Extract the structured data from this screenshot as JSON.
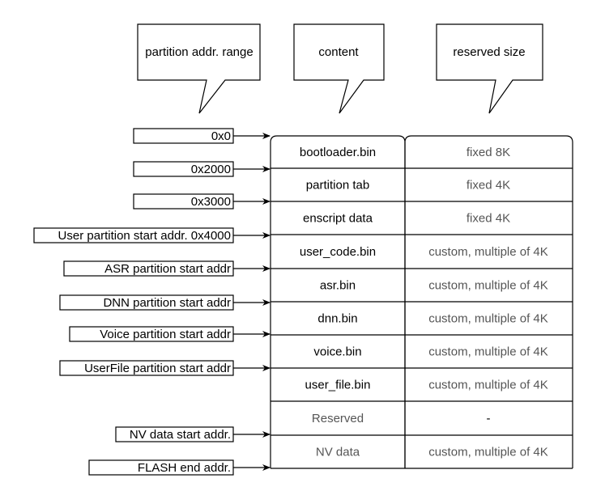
{
  "callouts": [
    {
      "id": "range",
      "label": "partition addr. range"
    },
    {
      "id": "content",
      "label": "content"
    },
    {
      "id": "size",
      "label": "reserved size"
    }
  ],
  "rows": [
    {
      "content": "bootloader.bin",
      "size": "fixed 8K",
      "content_color": "#000000",
      "size_color": "#555555"
    },
    {
      "content": "partition tab",
      "size": "fixed 4K",
      "content_color": "#000000",
      "size_color": "#555555"
    },
    {
      "content": "enscript data",
      "size": "fixed 4K",
      "content_color": "#000000",
      "size_color": "#555555"
    },
    {
      "content": "user_code.bin",
      "size": "custom, multiple of 4K",
      "content_color": "#000000",
      "size_color": "#555555"
    },
    {
      "content": "asr.bin",
      "size": "custom, multiple of 4K",
      "content_color": "#000000",
      "size_color": "#555555"
    },
    {
      "content": "dnn.bin",
      "size": "custom, multiple of 4K",
      "content_color": "#000000",
      "size_color": "#555555"
    },
    {
      "content": "voice.bin",
      "size": "custom, multiple of 4K",
      "content_color": "#000000",
      "size_color": "#555555"
    },
    {
      "content": "user_file.bin",
      "size": "custom, multiple of 4K",
      "content_color": "#000000",
      "size_color": "#555555"
    },
    {
      "content": "Reserved",
      "size": "-",
      "content_color": "#555555",
      "size_color": "#000000"
    },
    {
      "content": "NV data",
      "size": "custom, multiple of 4K",
      "content_color": "#555555",
      "size_color": "#555555"
    }
  ],
  "addresses": [
    {
      "label": "0x0"
    },
    {
      "label": "0x2000"
    },
    {
      "label": "0x3000"
    },
    {
      "label": "User partition start addr. 0x4000"
    },
    {
      "label": "ASR partition start addr"
    },
    {
      "label": "DNN partition start addr"
    },
    {
      "label": "Voice partition start addr"
    },
    {
      "label": "UserFile partition start addr"
    },
    {
      "label": "NV data start addr."
    },
    {
      "label": "FLASH end addr."
    }
  ]
}
